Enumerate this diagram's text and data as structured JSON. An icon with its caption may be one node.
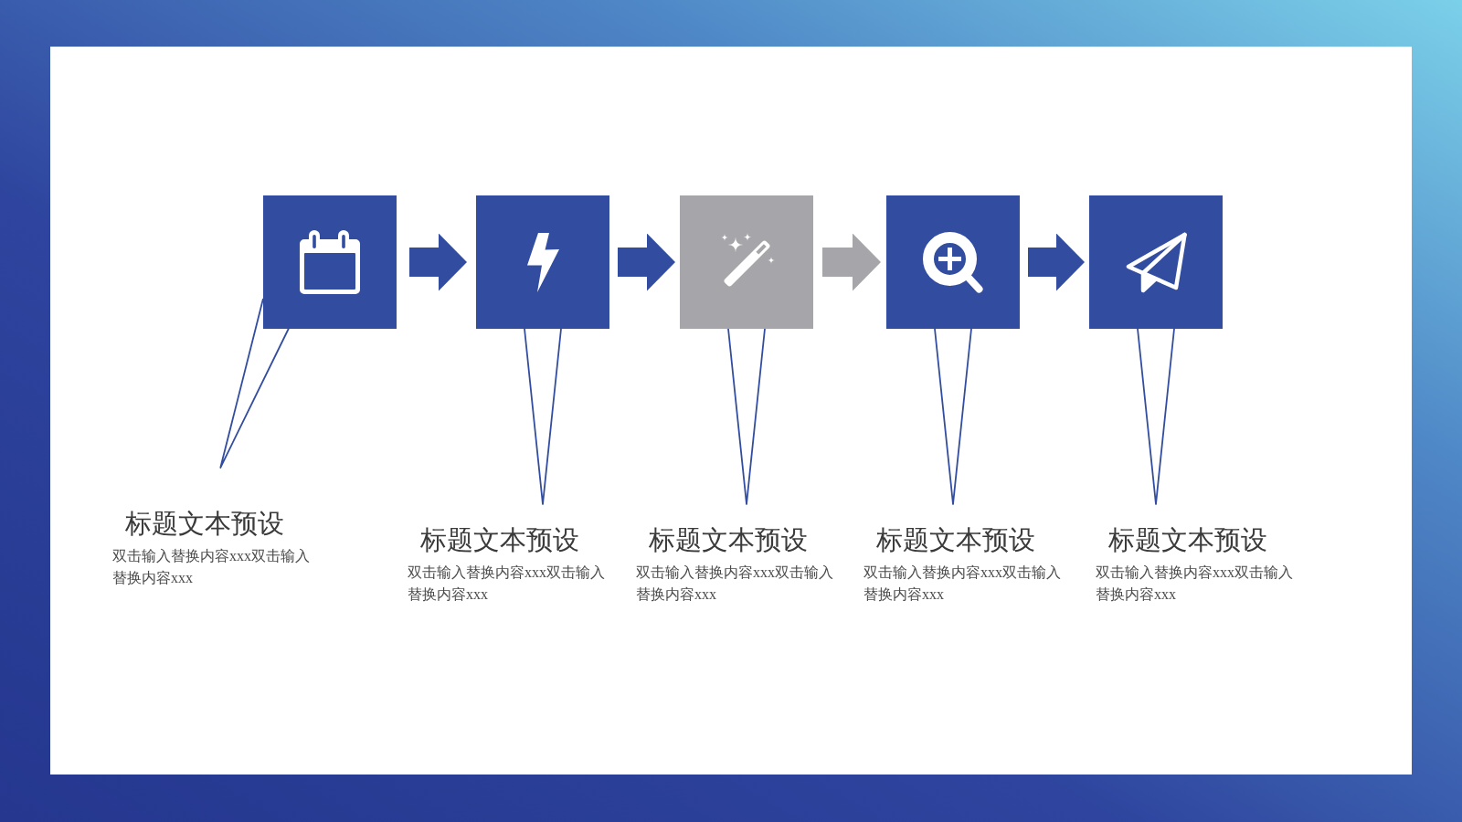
{
  "diagram": {
    "nodes": [
      {
        "text": [],
        "shape": "box"
      },
      {
        "text": [],
        "shape": "box"
      },
      {
        "text": [],
        "shape": "box"
      },
      {
        "text": [],
        "shape": "box"
      },
      {
        "text": [],
        "shape": "box"
      },
      {
        "text": [
          "标题文本预设",
          "双击输入替换内容xxx双击输入替换内容xxx"
        ]
      },
      {
        "text": [
          "标题文本预设",
          "双击输入替换内容xxx双击输入替换内容xxx"
        ]
      },
      {
        "text": [
          "标题文本预设",
          "双击输入替换内容xxx双击输入替换内容xxx"
        ]
      },
      {
        "text": [
          "标题文本预设",
          "双击输入替换内容xxx双击输入替换内容xxx"
        ]
      },
      {
        "text": [
          "标题文本预设",
          "双击输入替换内容xxx双击输入替换内容xxx"
        ]
      }
    ],
    "edges": [
      {
        "from": 0,
        "to": 1,
        "arrow": "to",
        "style": "thick"
      },
      {
        "from": 1,
        "to": 2,
        "arrow": "to",
        "style": "thick"
      },
      {
        "from": 2,
        "to": 3,
        "arrow": "to",
        "style": "thick",
        "color": "#a6a5a9"
      },
      {
        "from": 3,
        "to": 4,
        "arrow": "to",
        "style": "thick"
      },
      {
        "from": 0,
        "to": 5,
        "arrow": "none"
      },
      {
        "from": 1,
        "to": 6,
        "arrow": "none"
      },
      {
        "from": 2,
        "to": 7,
        "arrow": "none"
      },
      {
        "from": 3,
        "to": 8,
        "arrow": "none"
      },
      {
        "from": 4,
        "to": 9,
        "arrow": "none"
      }
    ]
  }
}
